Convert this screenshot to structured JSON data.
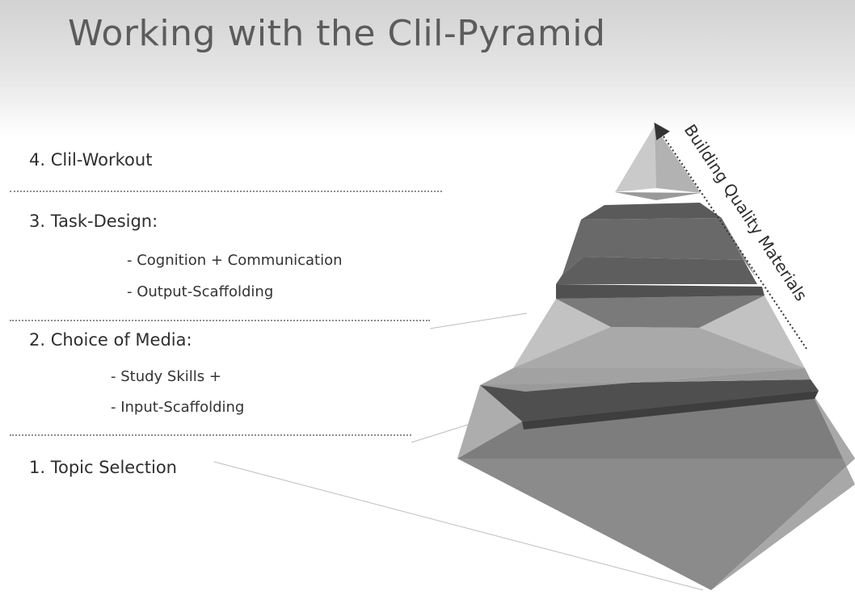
{
  "title": "Working with the Clil-Pyramid",
  "levels": [
    {
      "heading": "4. Clil-Workout",
      "items": []
    },
    {
      "heading": "3. Task-Design:",
      "items": [
        "- Cognition + Communication",
        "- Output-Scaffolding"
      ]
    },
    {
      "heading": "2. Choice of Media:",
      "items": [
        "- Study Skills +",
        "- Input-Scaffolding"
      ]
    },
    {
      "heading": "1. Topic Selection",
      "items": []
    }
  ],
  "arrow_caption": "Building Quality Materials",
  "colors": {
    "header_gradient_top": "#d2d2d2",
    "layer_light": "#c9c9c9",
    "layer_mid": "#a9a9a9",
    "layer_dark": "#6f6f6f",
    "band_dark": "#4f4f4f"
  }
}
